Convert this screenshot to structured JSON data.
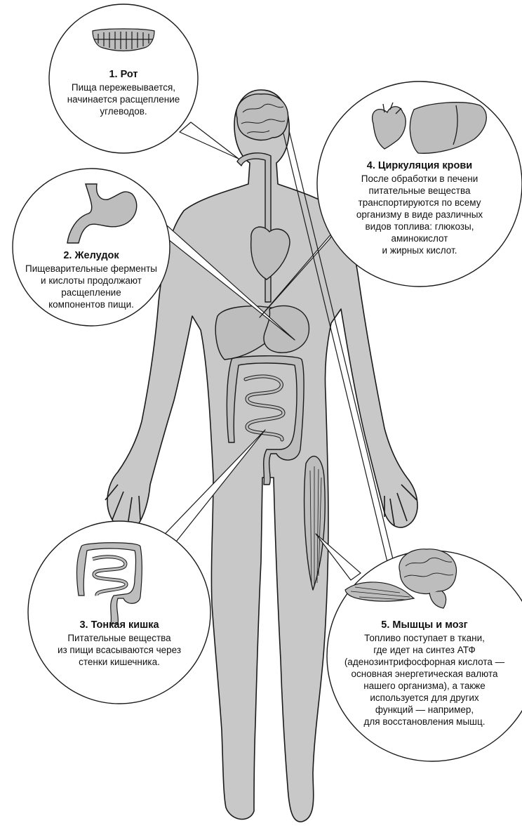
{
  "callouts": [
    {
      "title": "1. Рот",
      "text": "Пища пережевывается,\nначинается расщепление\nуглеводов."
    },
    {
      "title": "2. Желудок",
      "text": "Пищеварительные ферменты\nи кислоты продолжают\nрасщепление\nкомпонентов пищи."
    },
    {
      "title": "3. Тонкая кишка",
      "text": "Питательные вещества\nиз пищи всасываются через\nстенки кишечника."
    },
    {
      "title": "4. Циркуляция крови",
      "text": "После обработки в печени\nпитательные вещества\nтранспортируются по всему\nорганизму в виде различных\nвидов топлива: глюкозы,\nаминокислот\nи жирных кислот."
    },
    {
      "title": "5. Мышцы и мозг",
      "text": "Топливо поступает в ткани,\nгде идет на синтез АТФ\n(аденозинтрифосфорная кислота —\nосновная энергетическая валюта\nнашего организма), а также\nиспользуется для других\nфункций — например,\nдля восстановления мышц."
    }
  ],
  "colors": {
    "body_fill": "#c8c8c8",
    "organ_fill": "#bdbdbd",
    "outline": "#1a1a1a",
    "circle_fill": "#ffffff"
  },
  "icons": [
    "teeth-icon",
    "stomach-icon",
    "intestine-icon",
    "heart-icon",
    "liver-icon",
    "brain-icon",
    "muscle-icon"
  ]
}
